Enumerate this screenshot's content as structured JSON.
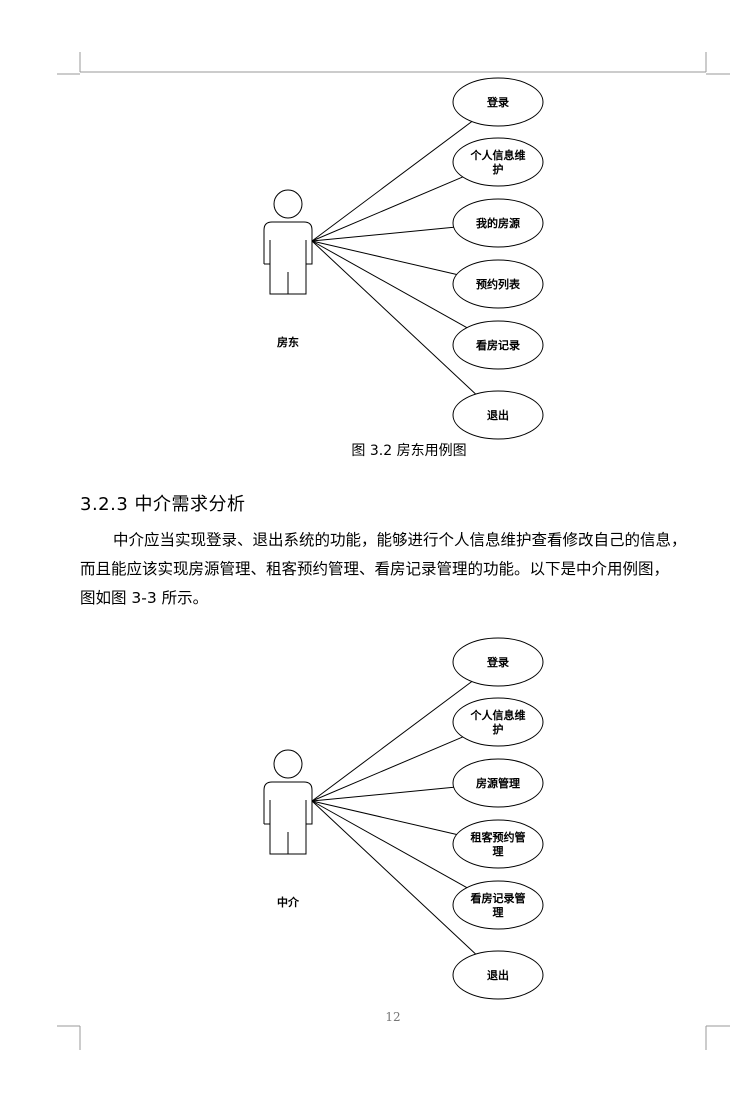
{
  "diagram_landlord": {
    "actor_label": "房东",
    "use_cases": [
      [
        "登录"
      ],
      [
        "个人信息维",
        "护"
      ],
      [
        "我的房源"
      ],
      [
        "预约列表"
      ],
      [
        "看房记录"
      ],
      [
        "退出"
      ]
    ],
    "caption": "图 3.2  房东用例图"
  },
  "section": {
    "heading": "3.2.3  中介需求分析",
    "paragraph_lines": [
      "中介应当实现登录、退出系统的功能，能够进行个人信息维护查看修改自己的信息，",
      "而且能应该实现房源管理、租客预约管理、看房记录管理的功能。以下是中介用例图，",
      "图如图 3-3 所示。"
    ]
  },
  "diagram_agent": {
    "actor_label": "中介",
    "use_cases": [
      [
        "登录"
      ],
      [
        "个人信息维",
        "护"
      ],
      [
        "房源管理"
      ],
      [
        "租客预约管",
        "理"
      ],
      [
        "看房记录管",
        "理"
      ],
      [
        "退出"
      ]
    ]
  },
  "page_number": "12"
}
